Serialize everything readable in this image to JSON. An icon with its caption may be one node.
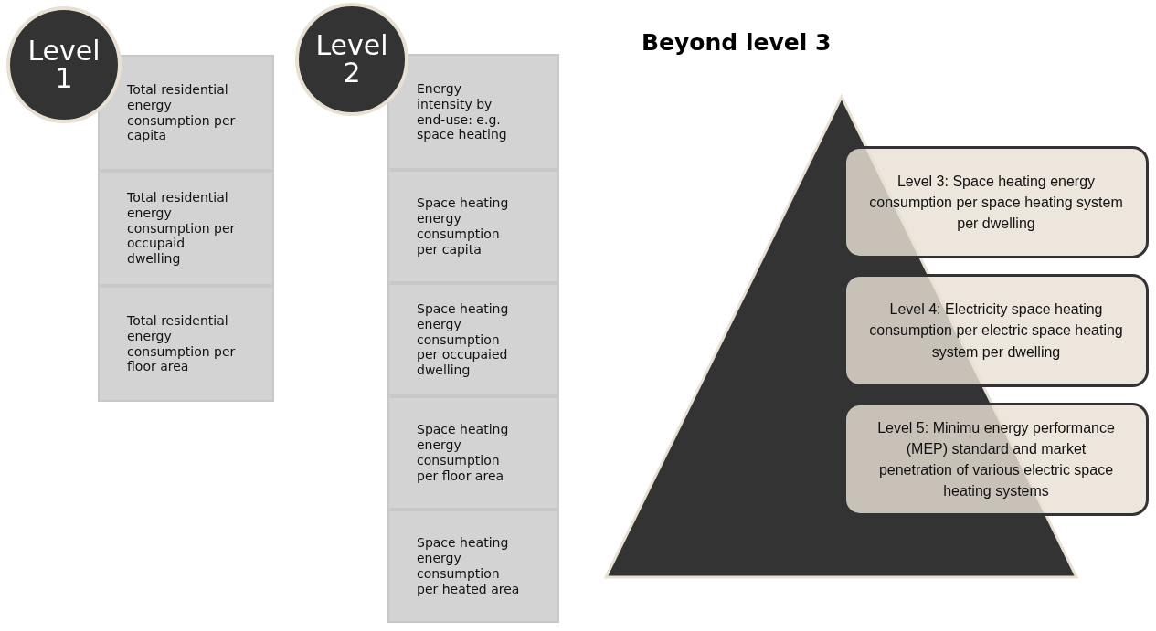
{
  "diagram": {
    "nodes": [
      {
        "text": [
          "Level 1"
        ]
      },
      {
        "text": [
          "Total residential energy consumption per capita"
        ]
      },
      {
        "text": [
          "Total residential energy consumption per occupaid dwelling"
        ]
      },
      {
        "text": [
          "Total residential energy consumption per floor area"
        ]
      },
      {
        "text": [
          "Level 2"
        ]
      },
      {
        "text": [
          "Energy intensity by end-use: e.g. space heating"
        ]
      },
      {
        "text": [
          "Space heating energy consumption per capita"
        ]
      },
      {
        "text": [
          "Space heating energy consumption per occupaied dwelling"
        ]
      },
      {
        "text": [
          "Space heating energy consumption per floor area"
        ]
      },
      {
        "text": [
          "Space heating energy consumption per heated area"
        ]
      },
      {
        "text": [
          "Level 3: Space heating energy consumption per space heating system per dwelling"
        ]
      },
      {
        "text": [
          "Level 4: Electricity space heating consumption per electric space heating system per dwelling"
        ]
      },
      {
        "text": [
          "Level 5: Minimu energy performance (MEP) standard and market penetration of various electric space heating systems"
        ]
      }
    ],
    "labels": [
      "Beyond level 3"
    ]
  }
}
